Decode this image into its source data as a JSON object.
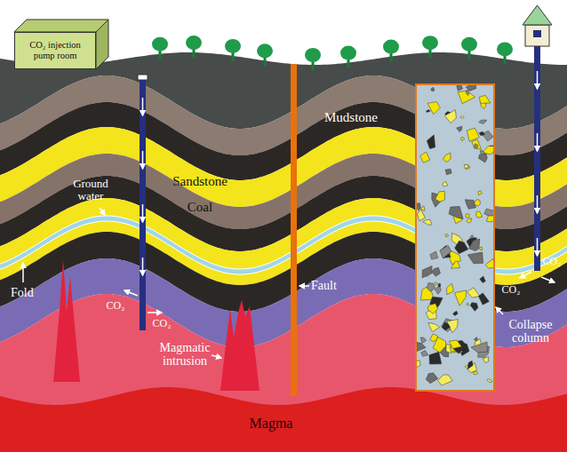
{
  "diagram": {
    "nodes": [
      {
        "text": [
          "CO₂ injection pump room"
        ]
      }
    ],
    "labels": [
      "Sandstone",
      "Ground water",
      "Coal",
      "Mudstone",
      "Fold",
      "Fault",
      "CO₂",
      "CO₂",
      "Magmatic intrusion",
      "CO₂",
      "CO₂",
      "Collapse column",
      "Magma"
    ]
  }
}
